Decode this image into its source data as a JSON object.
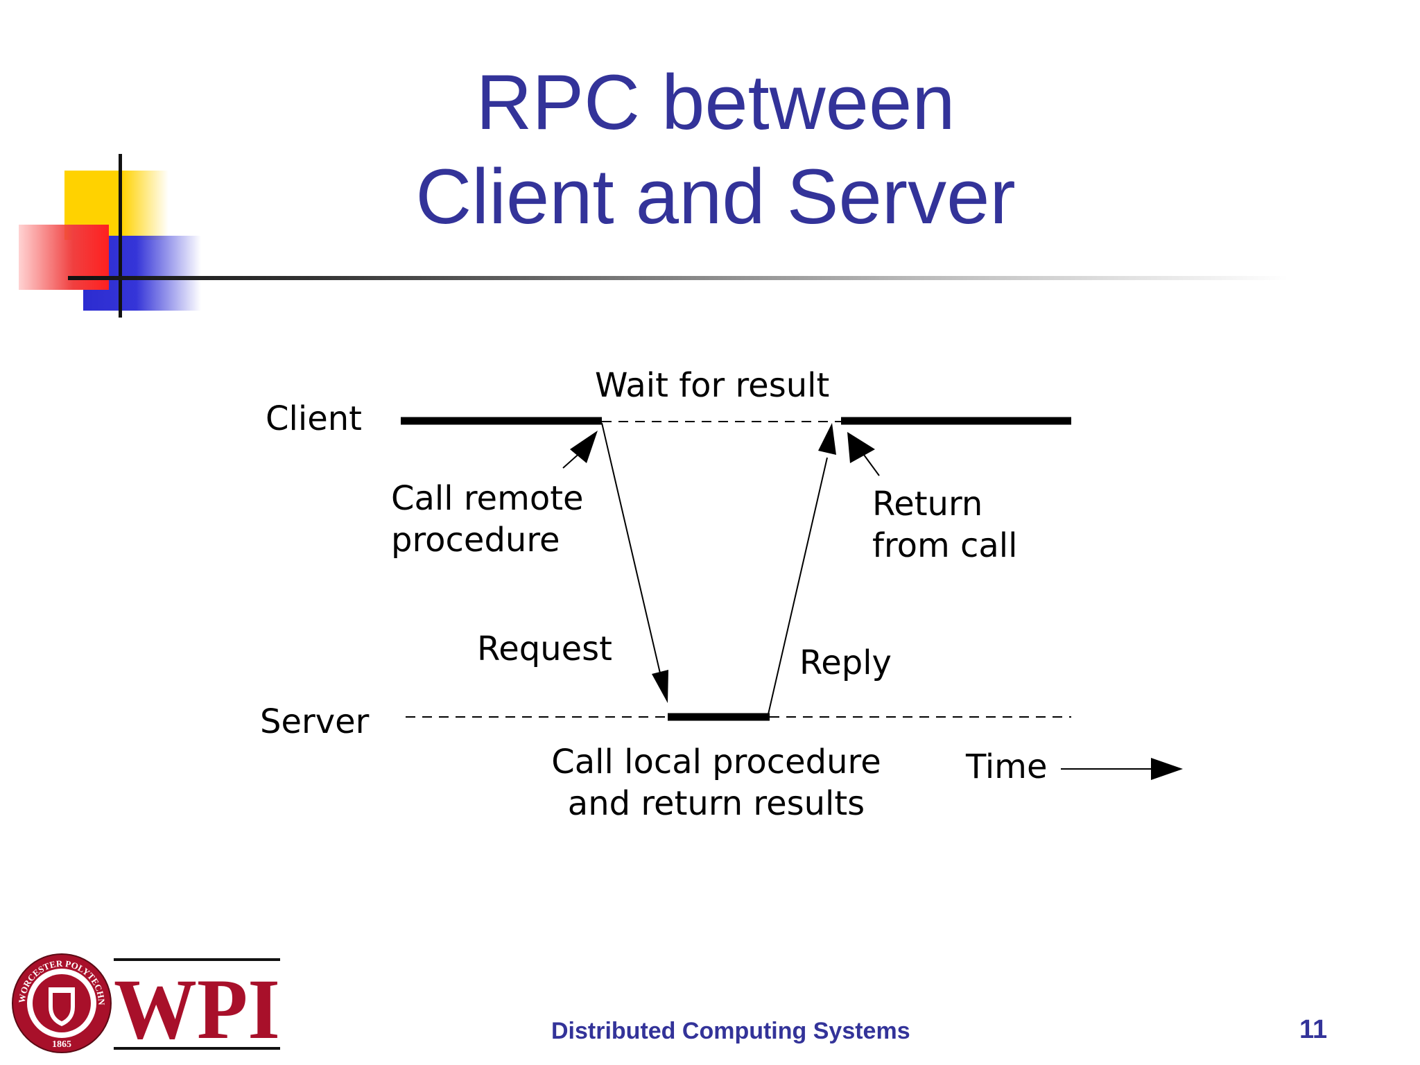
{
  "slide": {
    "title_line_1": "RPC between",
    "title_line_2": "Client and Server"
  },
  "diagram": {
    "client_label": "Client",
    "server_label": "Server",
    "wait_label": "Wait for result",
    "call_remote_line_1": "Call remote",
    "call_remote_line_2": "procedure",
    "return_line_1": "Return",
    "return_line_2": "from call",
    "request_label": "Request",
    "reply_label": "Reply",
    "call_local_line_1": "Call local procedure",
    "call_local_line_2": "and return results",
    "time_label": "Time"
  },
  "footer": {
    "title": "Distributed Computing Systems",
    "page_number": "11",
    "logo_text": "WPI",
    "seal_text": "WORCESTER POLYTECHNIC INSTITUTE",
    "seal_year": "1865"
  },
  "colors": {
    "title": "#333399",
    "logo": "#a8102a"
  }
}
